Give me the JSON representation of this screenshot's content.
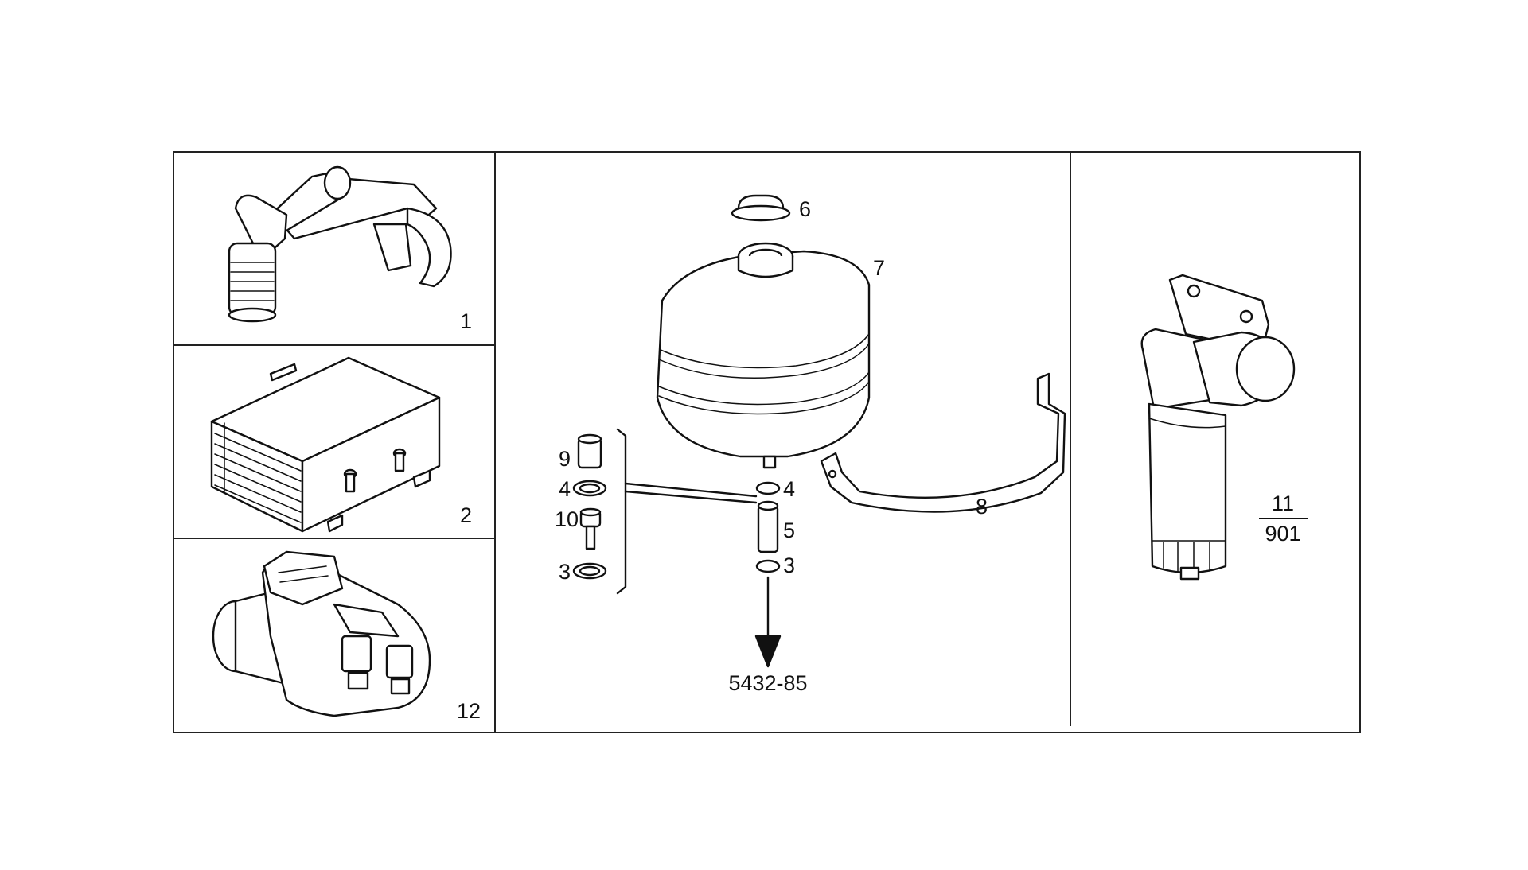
{
  "part_labels": {
    "p1": "1",
    "p2": "2",
    "p12": "12",
    "p6": "6",
    "p7": "7",
    "p8": "8",
    "p9": "9",
    "p4a": "4",
    "p10": "10",
    "p3a": "3",
    "p4b": "4",
    "p5": "5",
    "p3b": "3",
    "p11_top": "11",
    "p11_bottom": "901"
  },
  "reference": "5432-85"
}
